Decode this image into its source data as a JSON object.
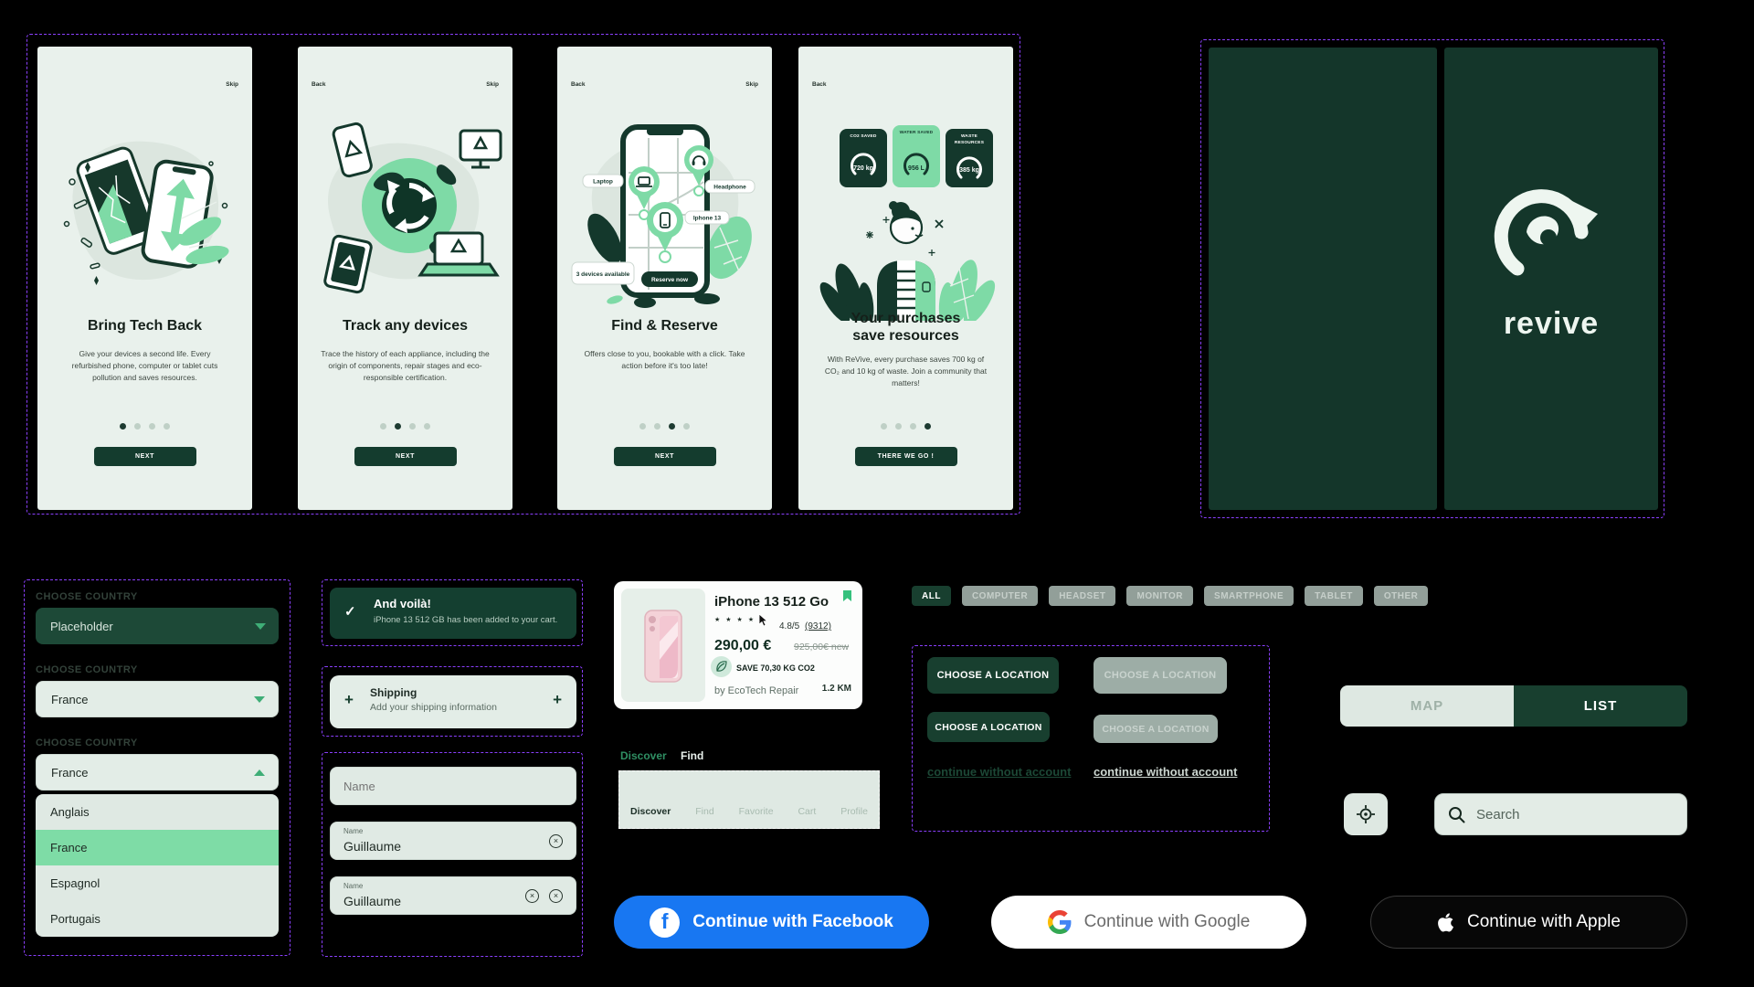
{
  "onboarding": {
    "screens": [
      {
        "skip": "Skip",
        "title": "Bring Tech Back",
        "body": "Give your devices a second life. Every refurbished phone, computer or tablet cuts pollution and saves resources.",
        "cta": "NEXT"
      },
      {
        "back": "Back",
        "skip": "Skip",
        "title": "Track any devices",
        "body": "Trace the history of each appliance, including the origin of components, repair stages and eco-responsible certification.",
        "cta": "NEXT"
      },
      {
        "back": "Back",
        "skip": "Skip",
        "title": "Find & Reserve",
        "body": "Offers close to you, bookable with a click. Take action before it's too late!",
        "cta": "NEXT",
        "map": {
          "pin1": "Laptop",
          "pin2": "Headphone",
          "pin3": "Iphone 13",
          "availability": "3 devices available",
          "reserve": "Reserve now"
        }
      },
      {
        "back": "Back",
        "title1": "Your purchases",
        "title2": "save resources",
        "body": "With ReVive, every purchase saves 700 kg of CO₂ and 10 kg of waste. Join a community that matters!",
        "cta": "THERE WE GO !",
        "stats": [
          {
            "label": "CO2 SAVED",
            "value": "720 kg"
          },
          {
            "label": "WATER SAVED",
            "value": "956 L"
          },
          {
            "label": "WASTE RESOURCES",
            "value": "385 kg"
          }
        ]
      }
    ]
  },
  "splash": {
    "logo_text": "revive"
  },
  "country_select": {
    "label": "CHOOSE COUNTRY",
    "placeholder": "Placeholder",
    "value": "France",
    "options": [
      "Anglais",
      "France",
      "Espagnol",
      "Portugais"
    ],
    "selected_option": "France"
  },
  "toast": {
    "check_glyph": "✓",
    "title": "And voilà!",
    "message": "iPhone 13 512 GB has been added to your cart."
  },
  "shipping": {
    "plus_glyph": "+",
    "title": "Shipping",
    "subtitle": "Add your shipping information"
  },
  "name_field": {
    "placeholder": "Name",
    "label": "Name",
    "value": "Guillaume",
    "clear_glyph": "×"
  },
  "product_card": {
    "title": "iPhone 13 512 Go",
    "stars": "★★★★★",
    "rating": "4.8/5",
    "rating_count": "(9312)",
    "price": "290,00 €",
    "old_price": "925,00€ new",
    "badge": "SAVE 70,30 KG CO2",
    "seller": "by EcoTech Repair",
    "distance": "1.2 KM"
  },
  "tab_samples": {
    "active": "Discover",
    "inactive": "Find"
  },
  "bottom_nav": {
    "items": [
      "Discover",
      "Find",
      "Favorite",
      "Cart",
      "Profile"
    ],
    "active": "Discover"
  },
  "chips": {
    "items": [
      "ALL",
      "COMPUTER",
      "HEADSET",
      "MONITOR",
      "SMARTPHONE",
      "TABLET",
      "OTHER"
    ],
    "active": "ALL"
  },
  "location": {
    "button": "CHOOSE A LOCATION",
    "link": "continue without account"
  },
  "toggle": {
    "map": "MAP",
    "list": "LIST",
    "active": "LIST"
  },
  "search": {
    "placeholder": "Search"
  },
  "social": {
    "facebook_glyph": "f",
    "facebook": "Continue with Facebook",
    "google": "Continue with Google",
    "apple": "Continue with Apple"
  },
  "colors": {
    "dark_green": "#14382c",
    "mint": "#7edaa6",
    "screen_bg": "#e9f1ec",
    "facebook_blue": "#1877F2",
    "frame": "#8a3ffc"
  }
}
